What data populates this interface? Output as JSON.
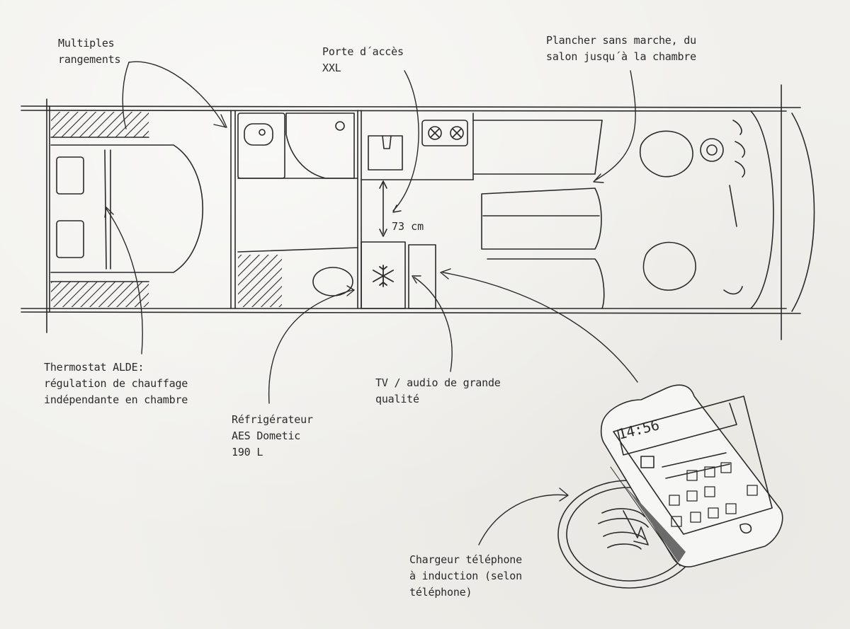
{
  "labels": {
    "storage": [
      "Multiples",
      "rangements"
    ],
    "door": [
      "Porte d´accès",
      "XXL"
    ],
    "floor": [
      "Plancher sans marche, du",
      "salon jusqu´à la chambre"
    ],
    "thermostat": [
      "Thermostat ALDE:",
      "régulation de chauffage",
      "indépendante en chambre"
    ],
    "fridge": [
      "Réfrigérateur",
      "AES Dometic",
      "190 L"
    ],
    "tv": [
      "TV / audio de grande",
      "qualité"
    ],
    "charger": [
      "Chargeur téléphone",
      "à induction (selon",
      "téléphone)"
    ]
  },
  "dimension": "73 cm",
  "phone": {
    "clock": "14:56"
  },
  "colors": {
    "ink": "#2a2a2a",
    "paper": "#f1f0ec"
  },
  "icons": [
    "snowflake-icon",
    "stove-burner-icon",
    "sink-icon",
    "phone-icon"
  ]
}
